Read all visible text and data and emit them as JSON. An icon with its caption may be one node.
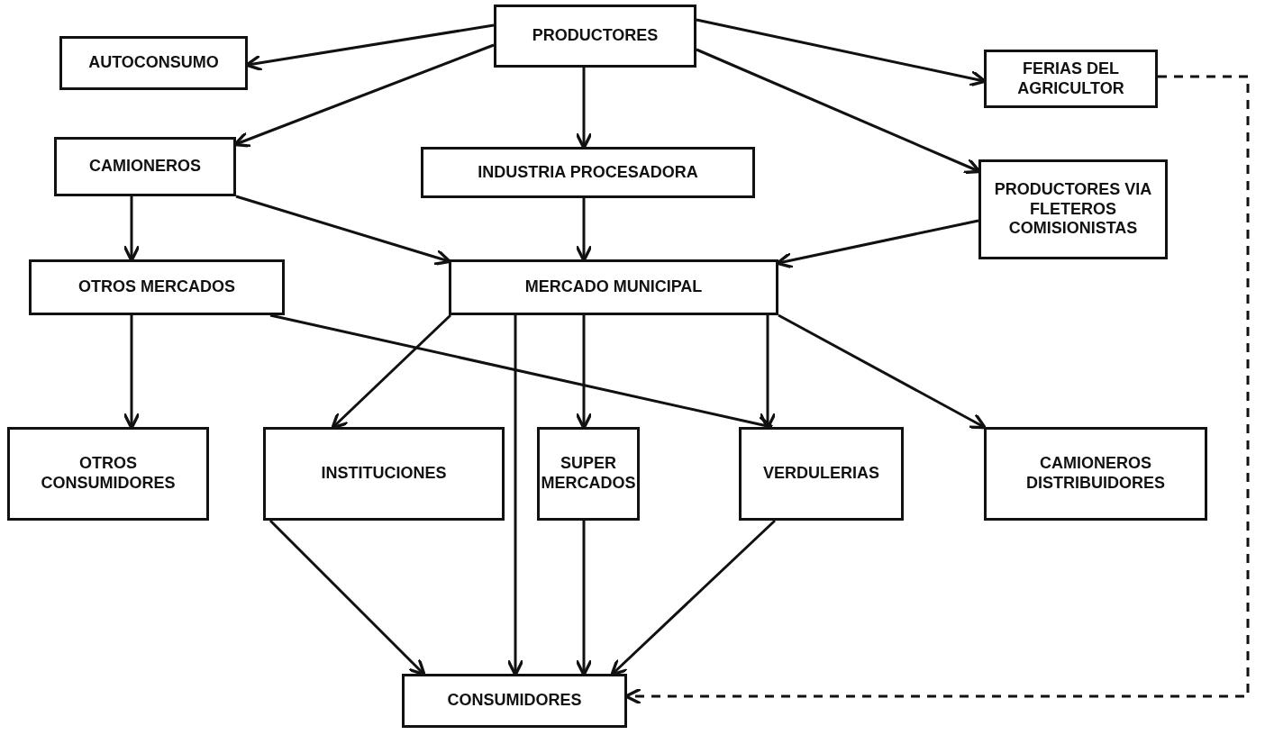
{
  "diagram": {
    "nodes": [
      {
        "text": [
          "PRODUCTORES"
        ]
      },
      {
        "text": [
          "AUTOCONSUMO"
        ]
      },
      {
        "text": [
          "FERIAS DEL AGRICULTOR"
        ]
      },
      {
        "text": [
          "CAMIONEROS"
        ]
      },
      {
        "text": [
          "INDUSTRIA PROCESADORA"
        ]
      },
      {
        "text": [
          "PRODUCTORES VIA FLETEROS COMISIONISTAS"
        ]
      },
      {
        "text": [
          "OTROS MERCADOS"
        ]
      },
      {
        "text": [
          "MERCADO MUNICIPAL"
        ]
      },
      {
        "text": [
          "OTROS CONSUMIDORES"
        ]
      },
      {
        "text": [
          "INSTITUCIONES"
        ]
      },
      {
        "text": [
          "SUPER MERCADOS"
        ]
      },
      {
        "text": [
          "VERDULERIAS"
        ]
      },
      {
        "text": [
          "CAMIONEROS DISTRIBUIDORES"
        ]
      },
      {
        "text": [
          "CONSUMIDORES"
        ]
      }
    ],
    "edges": [
      {
        "from": 0,
        "to": 1,
        "arrow": "to"
      },
      {
        "from": 0,
        "to": 2,
        "arrow": "to"
      },
      {
        "from": 0,
        "to": 3,
        "arrow": "to"
      },
      {
        "from": 0,
        "to": 4,
        "arrow": "to"
      },
      {
        "from": 0,
        "to": 5,
        "arrow": "to"
      },
      {
        "from": 3,
        "to": 6,
        "arrow": "to"
      },
      {
        "from": 3,
        "to": 7,
        "arrow": "to"
      },
      {
        "from": 4,
        "to": 7,
        "arrow": "to"
      },
      {
        "from": 5,
        "to": 7,
        "arrow": "to"
      },
      {
        "from": 6,
        "to": 8,
        "arrow": "to"
      },
      {
        "from": 6,
        "to": 11,
        "arrow": "to"
      },
      {
        "from": 7,
        "to": 9,
        "arrow": "to"
      },
      {
        "from": 7,
        "to": 13,
        "arrow": "to"
      },
      {
        "from": 7,
        "to": 10,
        "arrow": "to"
      },
      {
        "from": 7,
        "to": 11,
        "arrow": "to"
      },
      {
        "from": 7,
        "to": 12,
        "arrow": "to"
      },
      {
        "from": 9,
        "to": 13,
        "arrow": "to"
      },
      {
        "from": 10,
        "to": 13,
        "arrow": "to"
      },
      {
        "from": 11,
        "to": 13,
        "arrow": "to"
      },
      {
        "from": 2,
        "to": 13,
        "arrow": "to",
        "style": "dashed"
      }
    ]
  }
}
